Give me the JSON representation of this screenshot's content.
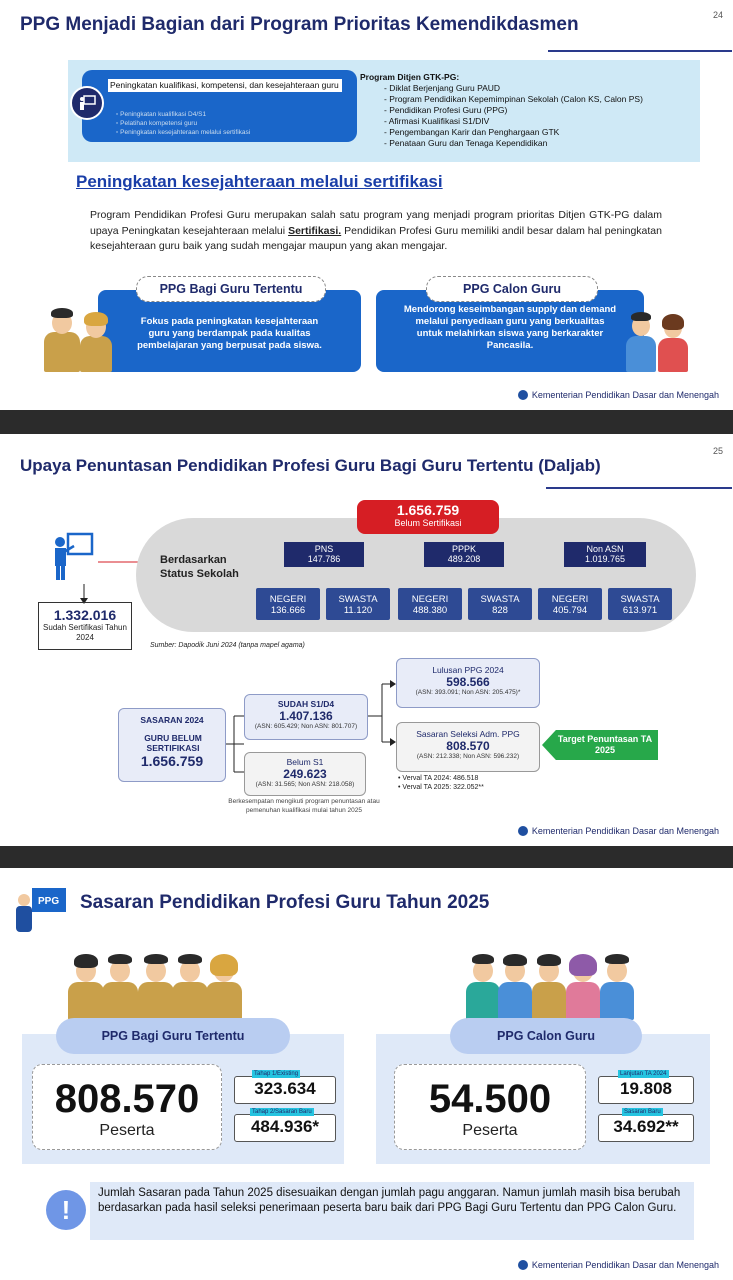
{
  "slide1": {
    "title": "PPG Menjadi Bagian dari Program Prioritas Kemendikdasmen",
    "page_number": "24",
    "program_heading": "Peningkatan kualifikasi, kompetensi, dan kesejahteraan guru",
    "program_subitems": [
      "Peningkatan kualifikasi D4/S1",
      "Pelatihan kompetensi guru",
      "Peningkatan kesejahteraan melalui sertifikasi"
    ],
    "ditjen_title": "Program Ditjen GTK-PG:",
    "ditjen_items": [
      "Diklat Berjenjang Guru PAUD",
      "Program Pendidikan Kepemimpinan Sekolah (Calon KS, Calon PS)",
      "Pendidikan Profesi Guru (PPG)",
      "Afirmasi Kualifikasi S1/DIV",
      "Pengembangan Karir dan Penghargaan GTK",
      "Penataan Guru dan Tenaga Kependidikan"
    ],
    "section_heading": "Peningkatan kesejahteraan melalui sertifikasi",
    "paragraph_part1": "Program Pendidikan Profesi Guru merupakan salah satu program yang menjadi program prioritas Ditjen GTK-PG dalam upaya Peningkatan kesejahteraan melalui ",
    "paragraph_bold": "Sertifikasi.",
    "paragraph_part2": " Pendidikan Profesi Guru memiliki andil besar dalam hal peningkatan kesejahteraan guru baik yang sudah mengajar maupun yang akan mengajar.",
    "card_left_title": "PPG Bagi Guru Tertentu",
    "card_left_text": "Fokus pada peningkatan kesejahteraan guru yang berdampak pada kualitas pembelajaran yang berpusat pada siswa.",
    "card_right_title": "PPG Calon Guru",
    "card_right_text": "Mendorong keseimbangan supply dan demand melalui penyediaan guru yang berkualitas untuk melahirkan siswa yang berkarakter Pancasila.",
    "footer": "Kementerian Pendidikan Dasar dan Menengah"
  },
  "slide2": {
    "title": "Upaya Penuntasan Pendidikan Profesi Guru Bagi Guru Tertentu (Daljab)",
    "page_number": "25",
    "total_value": "1.656.759",
    "total_label": "Belum Sertifikasi",
    "certified_value": "1.332.016",
    "certified_label": "Sudah Sertifikasi Tahun 2024",
    "status_label": "Berdasarkan Status Sekolah",
    "categories": [
      {
        "name": "PNS",
        "value": "147.786",
        "negeri": "136.666",
        "swasta": "11.120"
      },
      {
        "name": "PPPK",
        "value": "489.208",
        "negeri": "488.380",
        "swasta": "828"
      },
      {
        "name": "Non ASN",
        "value": "1.019.765",
        "negeri": "405.794",
        "swasta": "613.971"
      }
    ],
    "negeri_label": "NEGERI",
    "swasta_label": "SWASTA",
    "source": "Sumber: Dapodik Juni 2024 (tanpa mapel agama)",
    "sasaran_title": "SASARAN 2024",
    "sasaran_sub": "GURU BELUM SERTIFIKASI",
    "sasaran_value": "1.656.759",
    "sudah_title": "SUDAH S1/D4",
    "sudah_value": "1.407.136",
    "sudah_detail": "(ASN: 605.429; Non ASN: 801.707)",
    "belum_title": "Belum S1",
    "belum_value": "249.623",
    "belum_detail": "(ASN: 31.565; Non ASN: 218.058)",
    "belum_note": "Berkesempatan mengikuti program penuntasan atau pemenuhan kualifikasi mulai tahun 2025",
    "lulusan_title": "Lulusan PPG 2024",
    "lulusan_value": "598.566",
    "lulusan_detail": "(ASN: 393.091; Non ASN: 205.475)*",
    "seleksi_title": "Sasaran Seleksi Adm. PPG",
    "seleksi_value": "808.570",
    "seleksi_detail": "(ASN: 212.338; Non ASN: 596.232)",
    "target_label": "Target Penuntasan TA 2025",
    "verval": [
      "Verval TA 2024: 486.518",
      "Verval TA 2025: 322.052**"
    ],
    "footer": "Kementerian Pendidikan Dasar dan Menengah"
  },
  "slide3": {
    "title": "Sasaran Pendidikan Profesi Guru Tahun 2025",
    "icon_text": "PPG",
    "left_label": "PPG Bagi Guru Tertentu",
    "left_total": "808.570",
    "left_unit": "Peserta",
    "left_tag1": "Tahap 1/Existing",
    "left_val1": "323.634",
    "left_tag2": "Tahap 2/Sasaran Baru",
    "left_val2": "484.936*",
    "right_label": "PPG Calon Guru",
    "right_total": "54.500",
    "right_unit": "Peserta",
    "right_tag1": "Lanjutan TA 2024",
    "right_val1": "19.808",
    "right_tag2": "Sasaran Baru",
    "right_val2": "34.692**",
    "info_text": "Jumlah Sasaran pada Tahun 2025 disesuaikan dengan jumlah pagu anggaran. Namun jumlah masih bisa berubah berdasarkan pada hasil seleksi penerimaan peserta baru baik dari PPG Bagi Guru Tertentu dan PPG Calon Guru.",
    "footer": "Kementerian Pendidikan Dasar dan Menengah"
  }
}
